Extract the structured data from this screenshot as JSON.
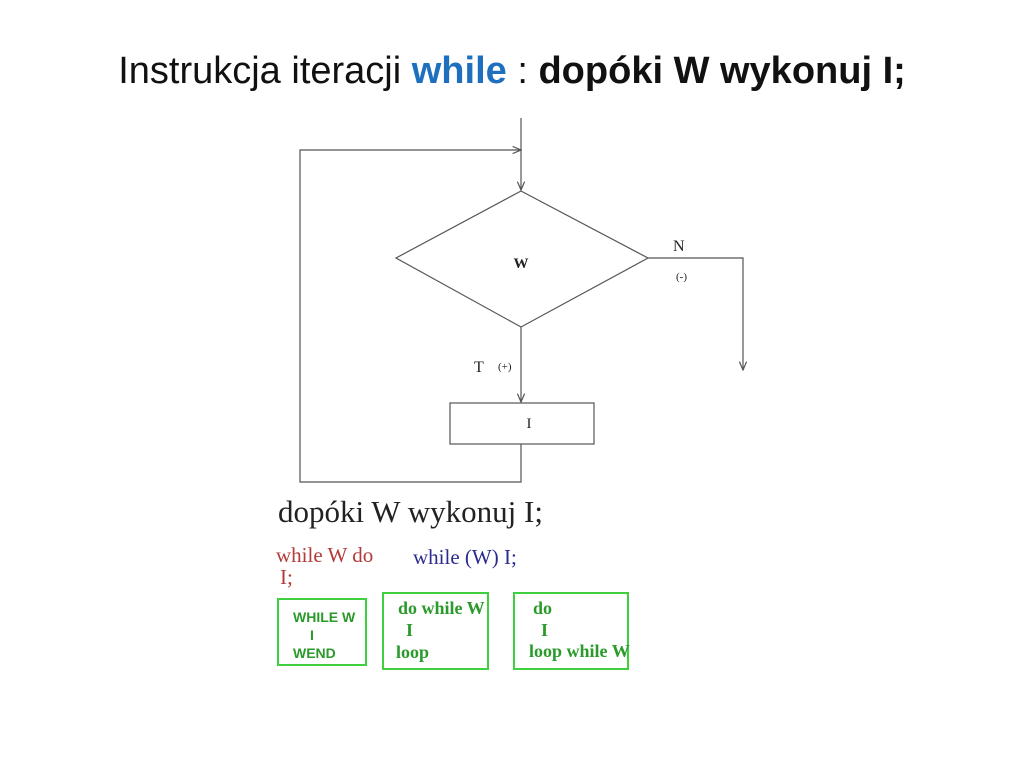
{
  "slide": {
    "title_part1": "Instrukcja iteracji ",
    "title_keyword": "while",
    "title_sep": " : ",
    "title_part2": "dopóki W wykonuj I;",
    "keyword_color": "#1f6fbf"
  },
  "flowchart": {
    "condition_label": "W",
    "false_label": "N",
    "false_sign": "(-)",
    "true_label": "T",
    "true_sign": "(+)",
    "instruction_label": "I"
  },
  "notation": {
    "description": "dopóki W wykonuj I;",
    "pascal_line1": "while W do",
    "pascal_line2": "I;",
    "c_form": "while (W)  I;",
    "basic_box": [
      "WHILE W",
      "I",
      "WEND"
    ],
    "vb_box1": [
      "do while W",
      "I",
      "loop"
    ],
    "vb_box2": [
      "do",
      "I",
      "loop while W"
    ]
  }
}
